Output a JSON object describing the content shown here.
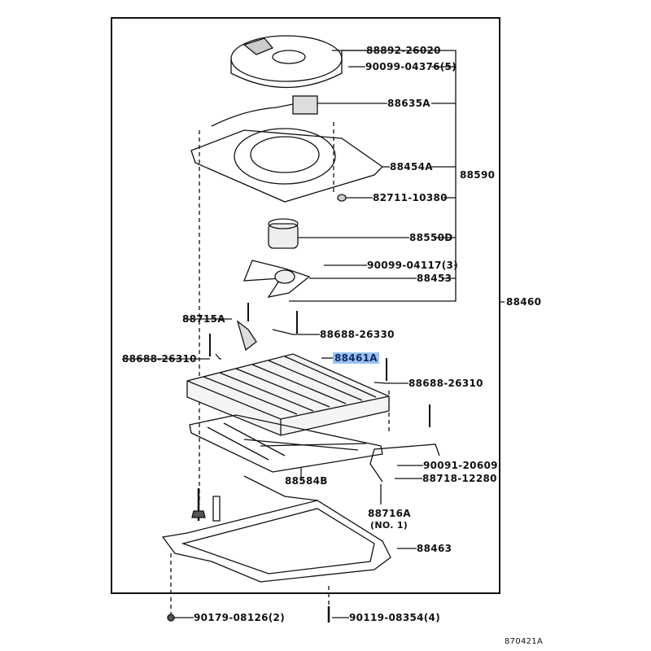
{
  "diagram": {
    "ref_code": "870421A",
    "highlight_color": "#9cc3ef",
    "parts": [
      {
        "id": "p1",
        "label": "88892-26020"
      },
      {
        "id": "p2",
        "label": "90099-04376(5)"
      },
      {
        "id": "p3",
        "label": "88635A"
      },
      {
        "id": "p4",
        "label": "88454A"
      },
      {
        "id": "p5",
        "label": "88590"
      },
      {
        "id": "p6",
        "label": "82711-10380"
      },
      {
        "id": "p7",
        "label": "88550D"
      },
      {
        "id": "p8",
        "label": "90099-04117(3)"
      },
      {
        "id": "p9",
        "label": "88453"
      },
      {
        "id": "p10",
        "label": "88460"
      },
      {
        "id": "p11",
        "label": "88715A"
      },
      {
        "id": "p12",
        "label": "88688-26330"
      },
      {
        "id": "p13",
        "label": "88688-26310"
      },
      {
        "id": "p14",
        "label": "88461A",
        "highlighted": true
      },
      {
        "id": "p15",
        "label": "88688-26310"
      },
      {
        "id": "p16",
        "label": "90091-20609"
      },
      {
        "id": "p17",
        "label": "88718-12280"
      },
      {
        "id": "p18",
        "label": "88584B"
      },
      {
        "id": "p19",
        "label": "88716A"
      },
      {
        "id": "p20",
        "label": "(NO. 1)"
      },
      {
        "id": "p21",
        "label": "88463"
      },
      {
        "id": "p22",
        "label": "90179-08126(2)"
      },
      {
        "id": "p23",
        "label": "90119-08354(4)"
      }
    ]
  }
}
